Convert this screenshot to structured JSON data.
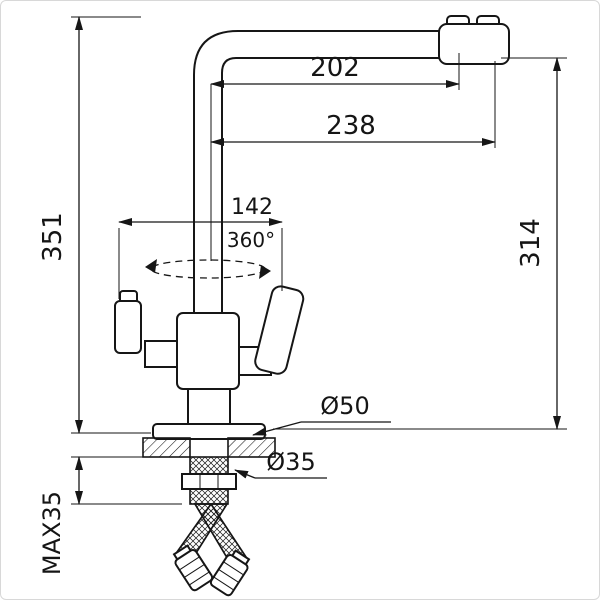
{
  "drawing": {
    "kind": "faucet-installation-dimension-diagram",
    "background": "#ffffff",
    "line_color": "#161616",
    "dims": {
      "spout_reach": "202",
      "total_reach": "238",
      "handle_span": "142",
      "swivel": "360°",
      "height_above_deck": "351",
      "spout_height": "314",
      "base_diameter": "Ø50",
      "shank_diameter": "Ø35",
      "max_deck_thickness": "MAX35"
    }
  }
}
